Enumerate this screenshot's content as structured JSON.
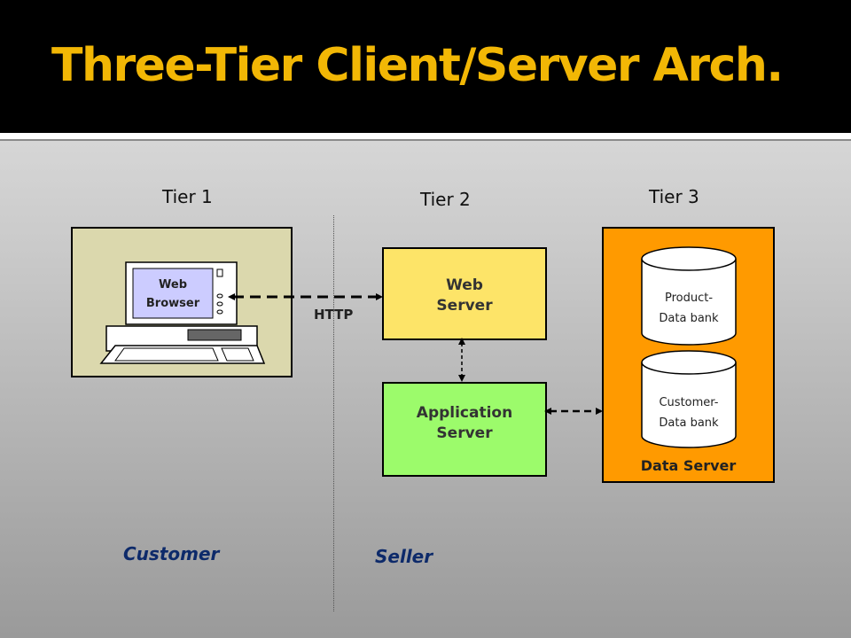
{
  "slide": {
    "title": "Three-Tier Client/Server Arch."
  },
  "tiers": [
    {
      "label": "Tier 1"
    },
    {
      "label": "Tier 2"
    },
    {
      "label": "Tier 3"
    }
  ],
  "client": {
    "monitor_line1": "Web",
    "monitor_line2": "Browser"
  },
  "web_server": {
    "line1": "Web",
    "line2": "Server"
  },
  "application_server": {
    "line1": "Application",
    "line2": "Server"
  },
  "data_server": {
    "label": "Data Server",
    "databases": [
      {
        "line1": "Product-",
        "line2": "Data bank"
      },
      {
        "line1": "Customer-",
        "line2": "Data bank"
      }
    ]
  },
  "connections": {
    "http_label": "HTTP"
  },
  "parties": {
    "customer": "Customer",
    "seller": "Seller"
  },
  "colors": {
    "title": "#f2b705",
    "tier1_box": "#dbd8ad",
    "web_server": "#fde468",
    "application_server": "#9cfb6b",
    "data_server": "#ff9a00",
    "monitor_screen": "#ccccff",
    "party_label": "#0d2a6a"
  },
  "icons": {
    "client": "computer-icon",
    "database": "database-cylinder-icon"
  }
}
